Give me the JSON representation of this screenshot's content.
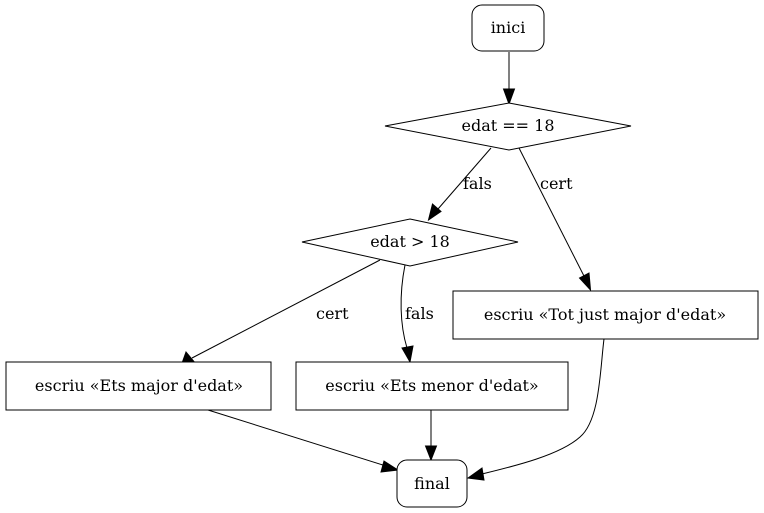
{
  "flowchart": {
    "nodes": {
      "start": "inici",
      "cond_equal": "edat == 18",
      "cond_greater": "edat > 18",
      "write_just_adult": "escriu «Tot just major d'edat»",
      "write_adult": "escriu «Ets major d'edat»",
      "write_minor": "escriu «Ets menor d'edat»",
      "end": "final"
    },
    "edge_labels": {
      "equal_false": "fals",
      "equal_true": "cert",
      "greater_true": "cert",
      "greater_false": "fals"
    }
  }
}
